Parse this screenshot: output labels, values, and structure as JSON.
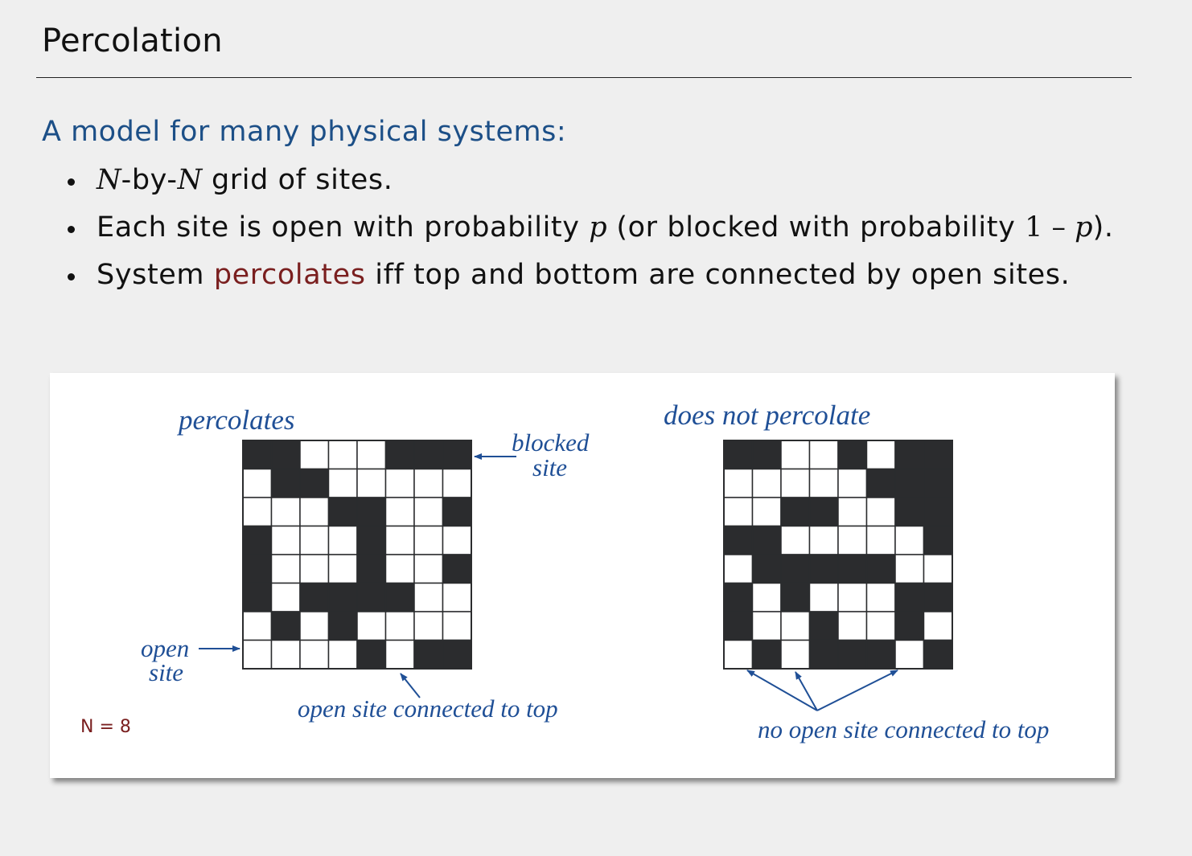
{
  "slide": {
    "title": "Percolation",
    "intro": "A model for many physical systems:",
    "bullet1": {
      "n1": "N",
      "dash1": "-by-",
      "n2": "N",
      "rest": " grid of sites."
    },
    "bullet2": {
      "pre": "Each site is open with probability ",
      "p": "p",
      "mid": " (or blocked with probability ",
      "one": "1 – ",
      "p2": "p",
      "post": ")."
    },
    "bullet3": {
      "pre": "System ",
      "highlight": "percolates",
      "post": " iff top and bottom are connected by open sites."
    }
  },
  "diagram": {
    "colors": {
      "blocked": "#2b2c2e",
      "open": "#ffffff",
      "label": "#1f4f96",
      "n_label": "#7a1f1f"
    },
    "n_label": "N = 8",
    "left": {
      "title": "percolates",
      "blocked_label_1": "blocked",
      "blocked_label_2": "site",
      "open_label_1": "open",
      "open_label_2": "site",
      "connected_label": "open site connected to top",
      "grid": [
        [
          1,
          1,
          0,
          0,
          0,
          1,
          1,
          1
        ],
        [
          0,
          1,
          1,
          0,
          0,
          0,
          0,
          0
        ],
        [
          0,
          0,
          0,
          1,
          1,
          0,
          0,
          1
        ],
        [
          1,
          0,
          0,
          0,
          1,
          0,
          0,
          0
        ],
        [
          1,
          0,
          0,
          0,
          1,
          0,
          0,
          1
        ],
        [
          1,
          0,
          1,
          1,
          1,
          1,
          0,
          0
        ],
        [
          0,
          1,
          0,
          1,
          0,
          0,
          0,
          0
        ],
        [
          0,
          0,
          0,
          0,
          1,
          0,
          1,
          1
        ]
      ]
    },
    "right": {
      "title": "does not percolate",
      "connected_label": "no open site connected to top",
      "grid": [
        [
          1,
          1,
          0,
          0,
          1,
          0,
          1,
          1
        ],
        [
          0,
          0,
          0,
          0,
          0,
          1,
          1,
          1
        ],
        [
          0,
          0,
          1,
          1,
          0,
          0,
          1,
          1
        ],
        [
          1,
          1,
          0,
          0,
          0,
          0,
          0,
          1
        ],
        [
          0,
          1,
          1,
          1,
          1,
          1,
          0,
          0
        ],
        [
          1,
          0,
          1,
          0,
          0,
          0,
          1,
          1
        ],
        [
          1,
          0,
          0,
          1,
          0,
          0,
          1,
          0
        ],
        [
          0,
          1,
          0,
          1,
          1,
          1,
          0,
          1
        ]
      ]
    }
  }
}
